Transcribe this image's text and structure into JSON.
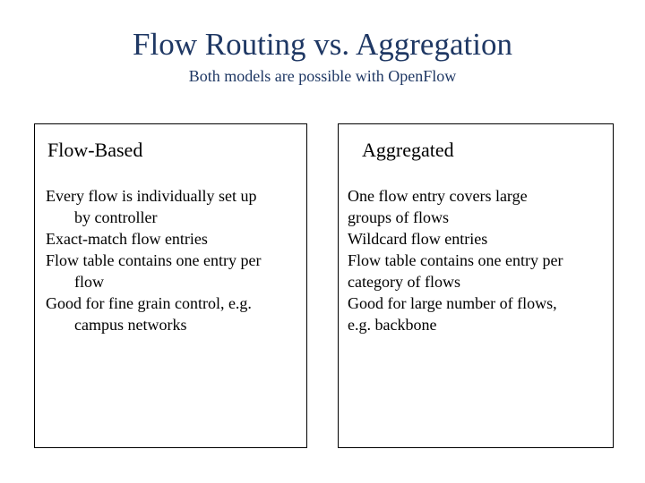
{
  "slide": {
    "title": "Flow Routing vs. Aggregation",
    "subtitle": "Both models are possible with OpenFlow",
    "title_color": "#1f3864",
    "subtitle_color": "#1f3864",
    "body_text_color": "#000000",
    "panel_border_color": "#000000",
    "background_color": "#ffffff"
  },
  "panels": [
    {
      "heading": "Flow-Based",
      "lines": [
        "Every flow is individually set up",
        "by controller",
        "Exact-match flow entries",
        "Flow table contains one entry per",
        "flow",
        "Good for fine grain control, e.g.",
        "campus networks"
      ]
    },
    {
      "heading": "Aggregated",
      "lines": [
        "One flow entry covers large",
        "groups of flows",
        "Wildcard flow entries",
        "Flow table contains one entry per",
        "category of flows",
        "Good for large number of flows,",
        "e.g. backbone"
      ]
    }
  ]
}
